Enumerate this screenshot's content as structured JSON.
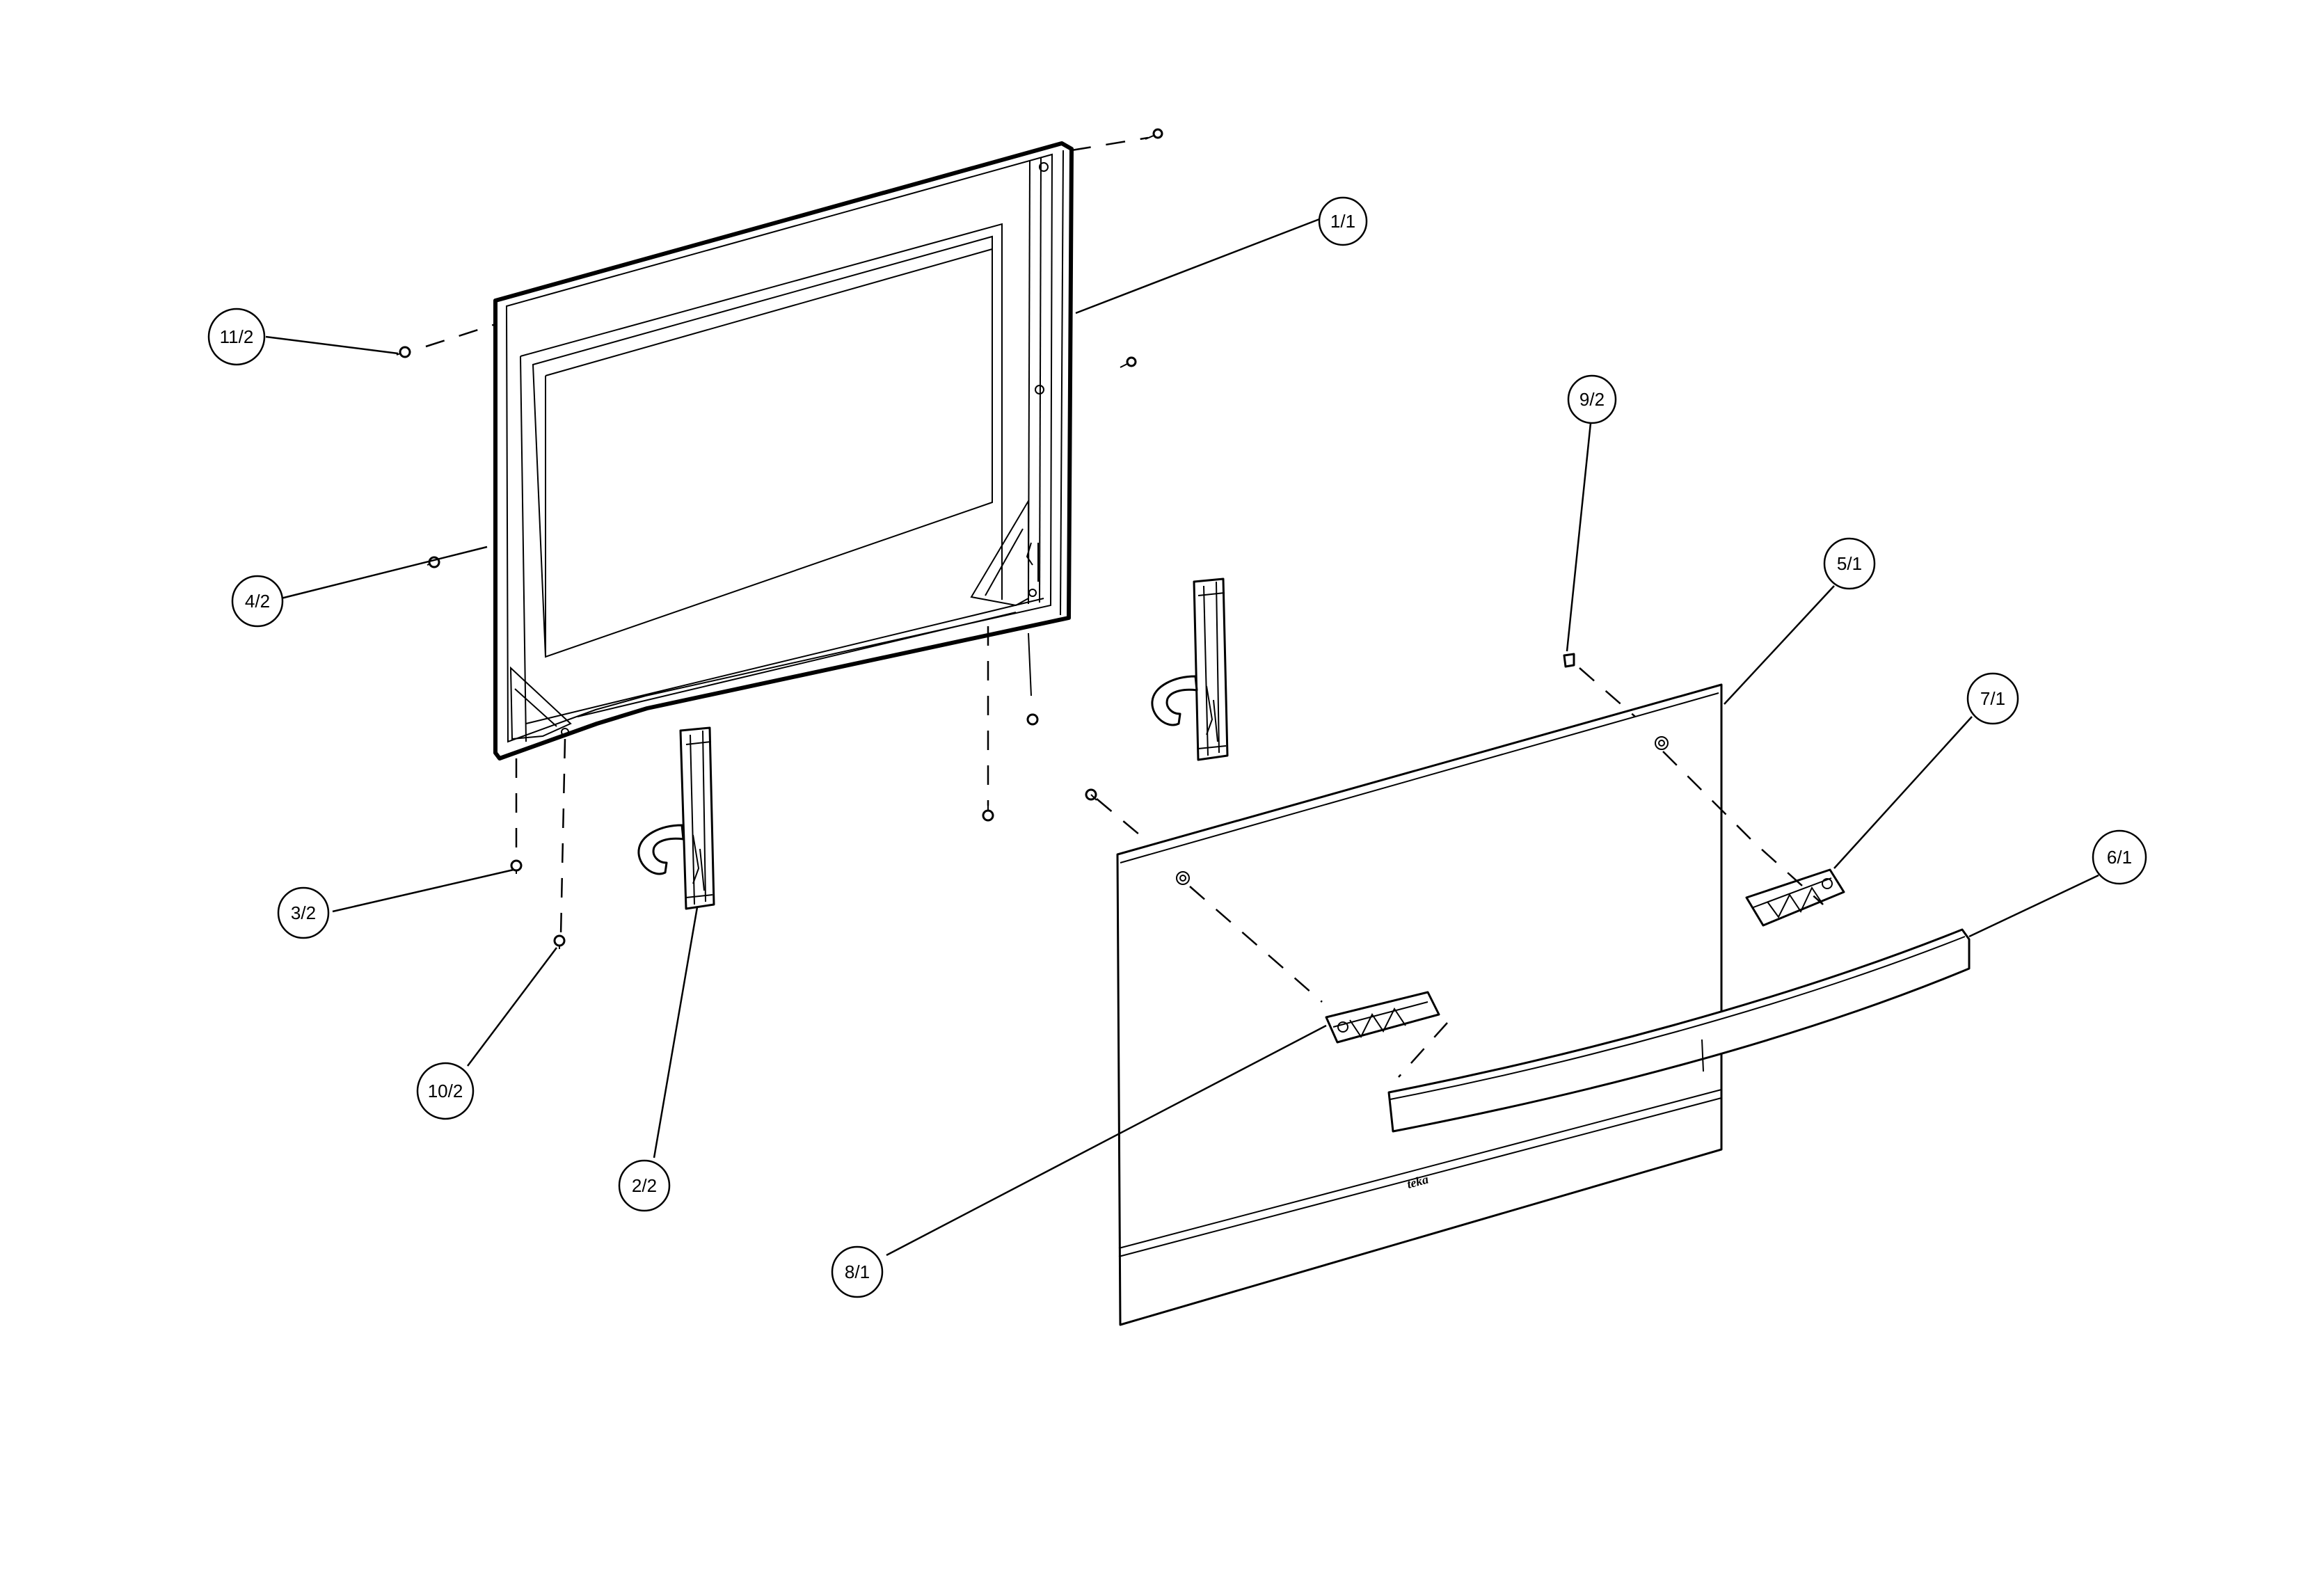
{
  "callouts": [
    {
      "id": "c-1-1",
      "label": "1/1"
    },
    {
      "id": "c-11-2",
      "label": "11/2"
    },
    {
      "id": "c-4-2",
      "label": "4/2"
    },
    {
      "id": "c-3-2",
      "label": "3/2"
    },
    {
      "id": "c-10-2",
      "label": "10/2"
    },
    {
      "id": "c-2-2",
      "label": "2/2"
    },
    {
      "id": "c-9-2",
      "label": "9/2"
    },
    {
      "id": "c-5-1",
      "label": "5/1"
    },
    {
      "id": "c-7-1",
      "label": "7/1"
    },
    {
      "id": "c-6-1",
      "label": "6/1"
    },
    {
      "id": "c-8-1",
      "label": "8/1"
    }
  ],
  "logo": {
    "text": "teka"
  },
  "colors": {
    "ink": "#000000",
    "paper": "#ffffff"
  }
}
